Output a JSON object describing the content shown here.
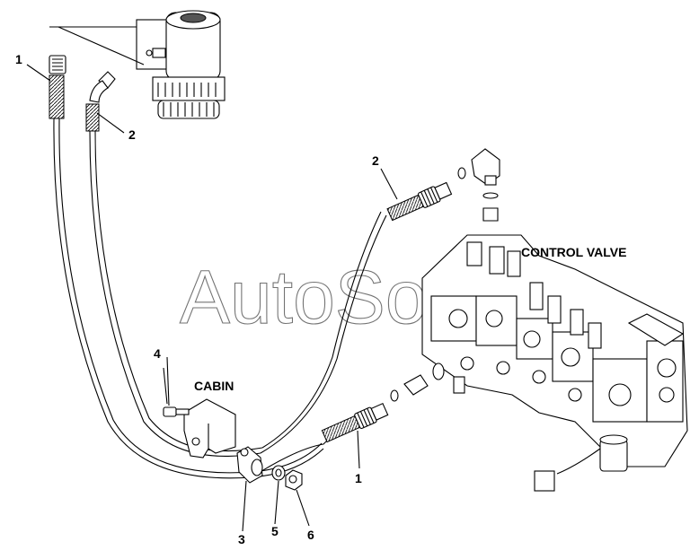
{
  "watermark": "AutoSoft",
  "captions": {
    "control_valve": "CONTROL VALVE",
    "cabin": "CABIN"
  },
  "callouts": [
    {
      "id": "hose-top-left",
      "label": "1"
    },
    {
      "id": "hose-elbow-top",
      "label": "2"
    },
    {
      "id": "hose-valve-upper",
      "label": "2"
    },
    {
      "id": "bolt",
      "label": "4"
    },
    {
      "id": "hose-valve-lower",
      "label": "1"
    },
    {
      "id": "clamp",
      "label": "3"
    },
    {
      "id": "washer",
      "label": "5"
    },
    {
      "id": "nut",
      "label": "6"
    }
  ]
}
